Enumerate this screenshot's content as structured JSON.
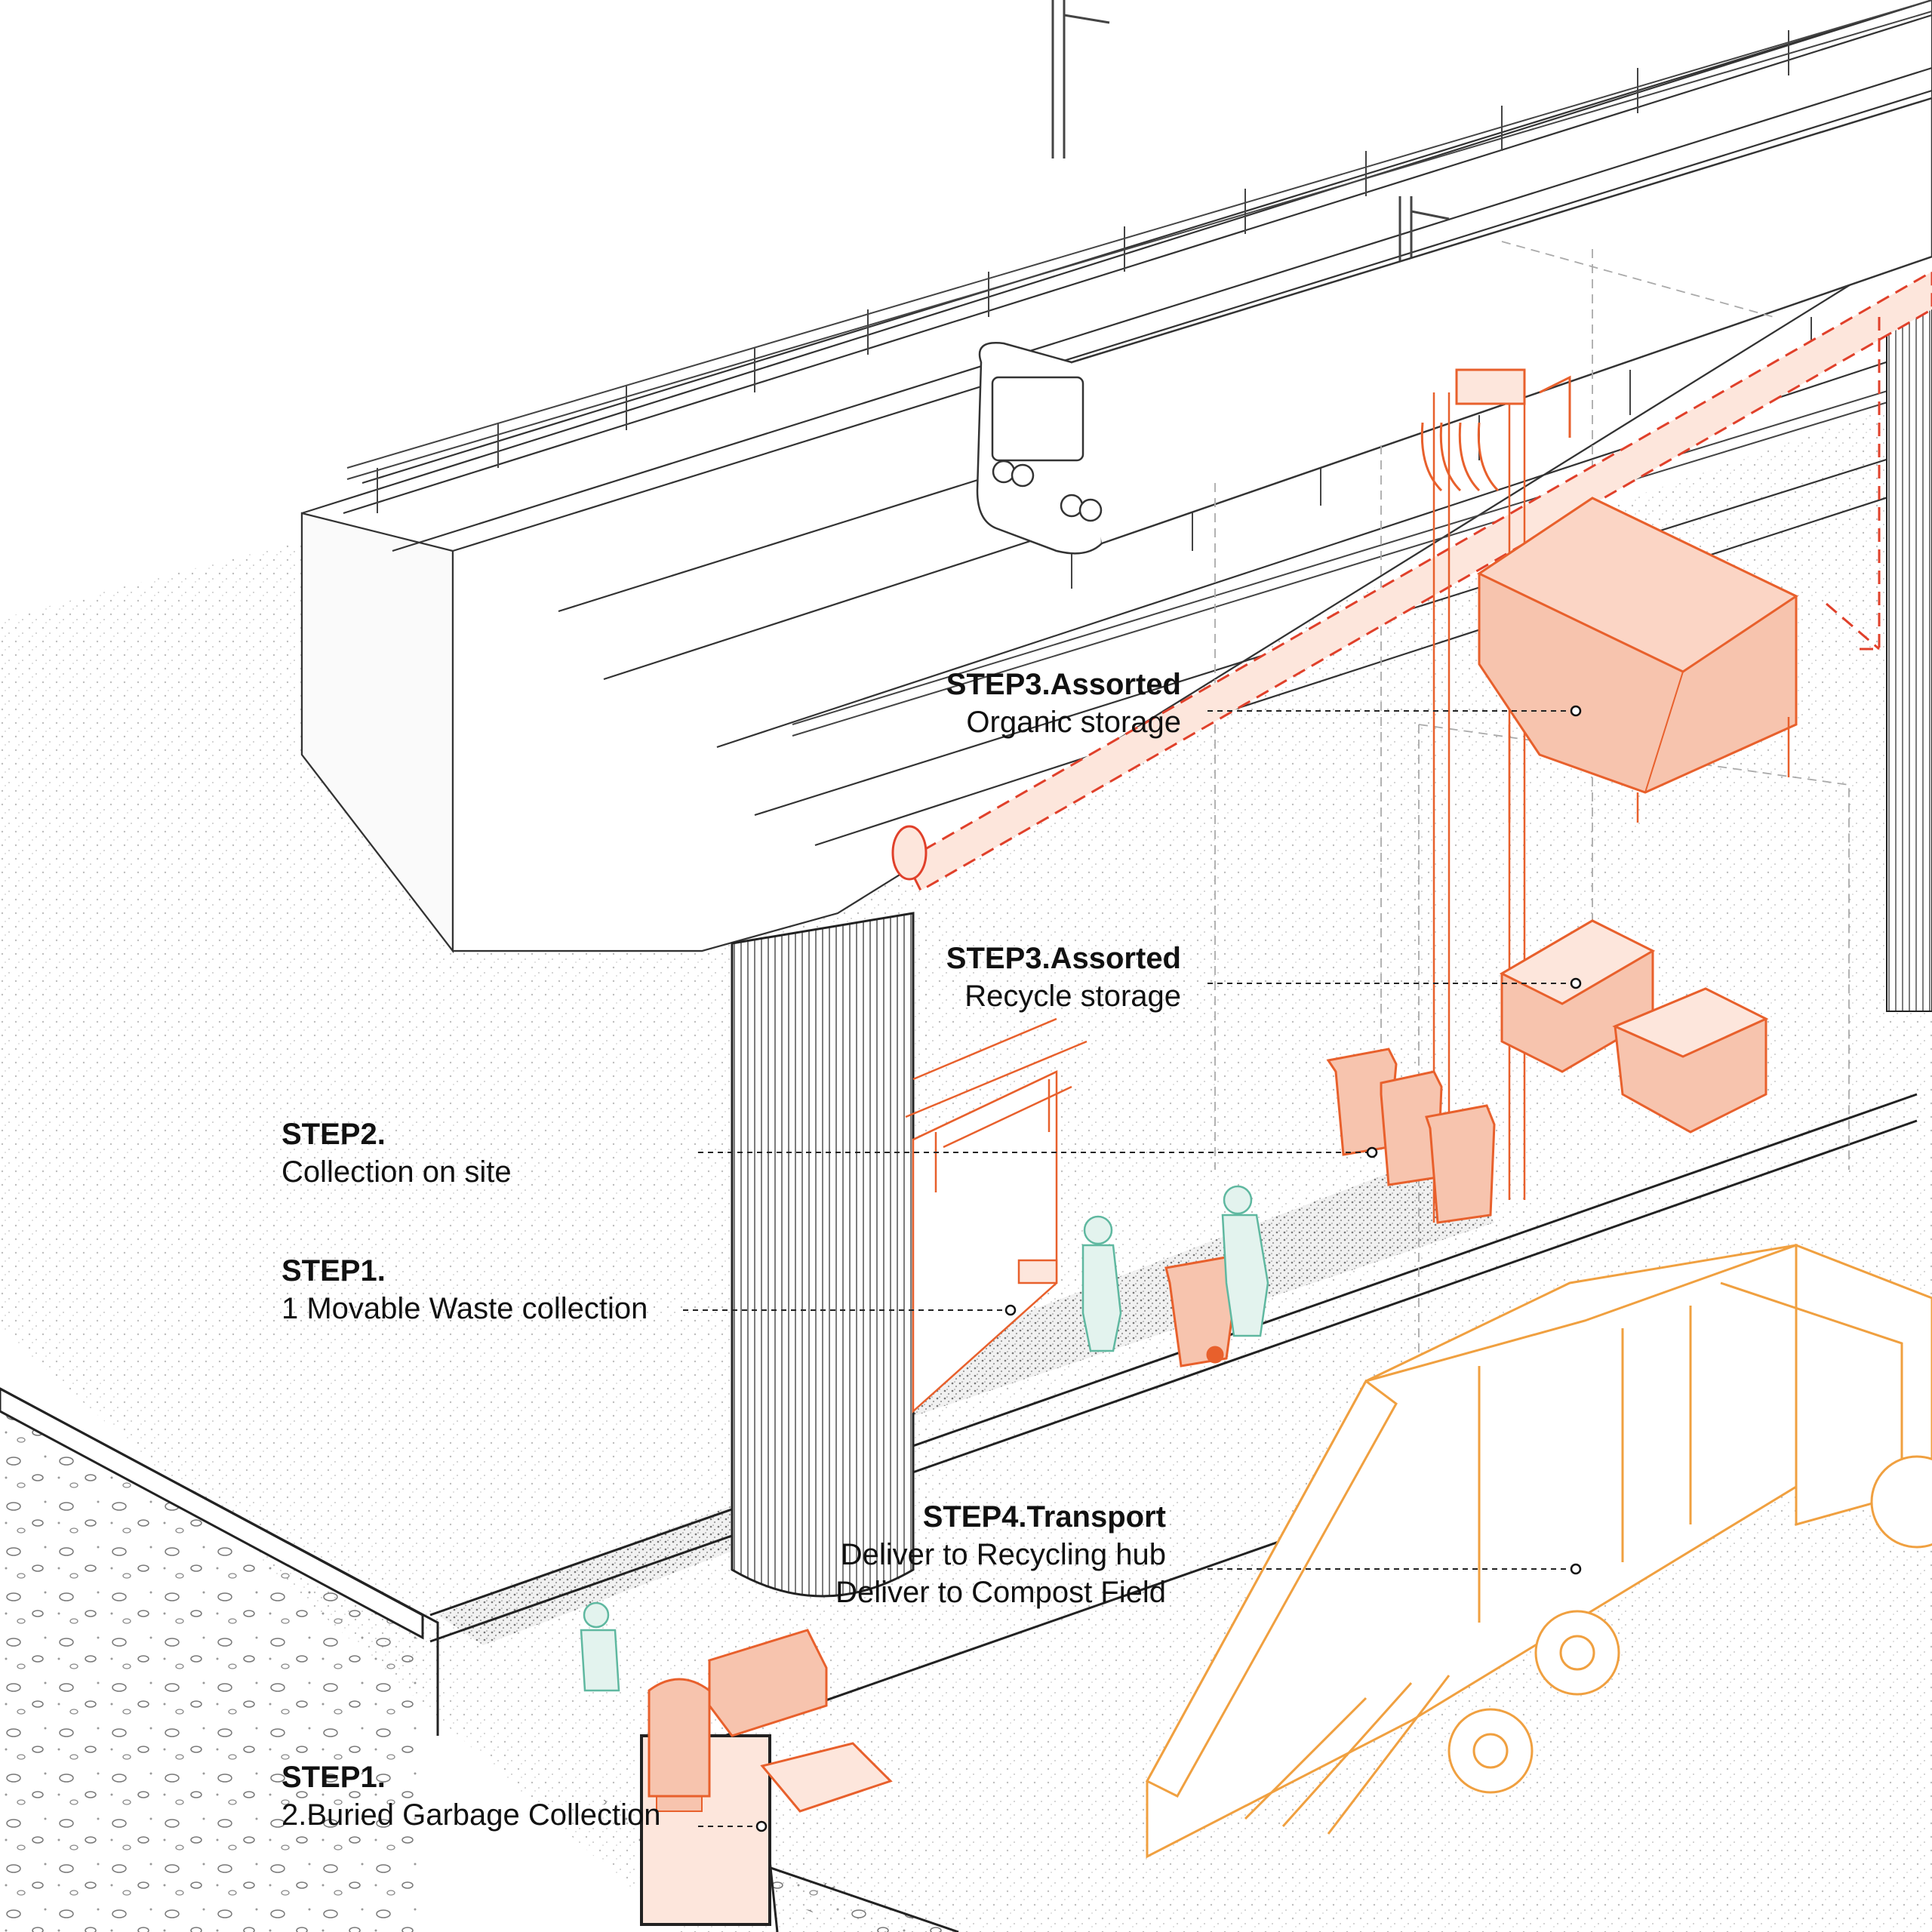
{
  "colors": {
    "line": "#333333",
    "light_line": "#9a9a9a",
    "accent": "#e8602c",
    "accent_fill": "#f7c4ae",
    "truck": "#f0a040",
    "figure": "#5fb8a0",
    "ground_dots": "#b8b8b8",
    "pipe": "#e0402a"
  },
  "labels": {
    "organic": {
      "title": "STEP3.Assorted",
      "text": "Organic storage"
    },
    "recycle": {
      "title": "STEP3.Assorted",
      "text": "Recycle storage"
    },
    "collection": {
      "title": "STEP2.",
      "text": "Collection on site"
    },
    "movable": {
      "title": "STEP1.",
      "text": "1 Movable Waste collection"
    },
    "transport": {
      "title": "STEP4.Transport",
      "line1": "Deliver to Recycling hub",
      "line2": "Deliver to Compost Field"
    },
    "buried": {
      "title": "STEP1.",
      "text": "2.Buried Garbage Collection"
    }
  },
  "icons": [
    "train-icon",
    "garbage-truck-icon",
    "waste-bin-icon",
    "person-icon",
    "storage-container-icon",
    "pipe-icon",
    "crane-grab-icon",
    "kiosk-icon"
  ]
}
